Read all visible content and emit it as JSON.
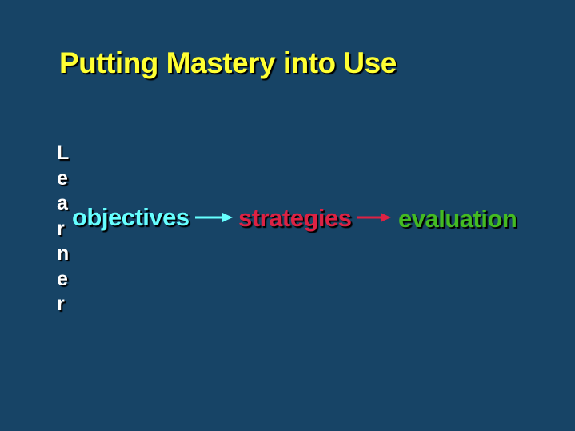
{
  "slide": {
    "title": "Putting Mastery into Use",
    "side_label_letters": [
      "L",
      "e",
      "a",
      "r",
      "n",
      "e",
      "r"
    ],
    "flow": [
      {
        "label": "objectives",
        "color": "#66ffff"
      },
      {
        "label": "strategies",
        "color": "#dd2244"
      },
      {
        "label": "evaluation",
        "color": "#44bb22"
      }
    ],
    "arrow_colors": [
      "#66ffff",
      "#dd2244"
    ],
    "background": "#174466",
    "title_color": "#ffff33"
  }
}
